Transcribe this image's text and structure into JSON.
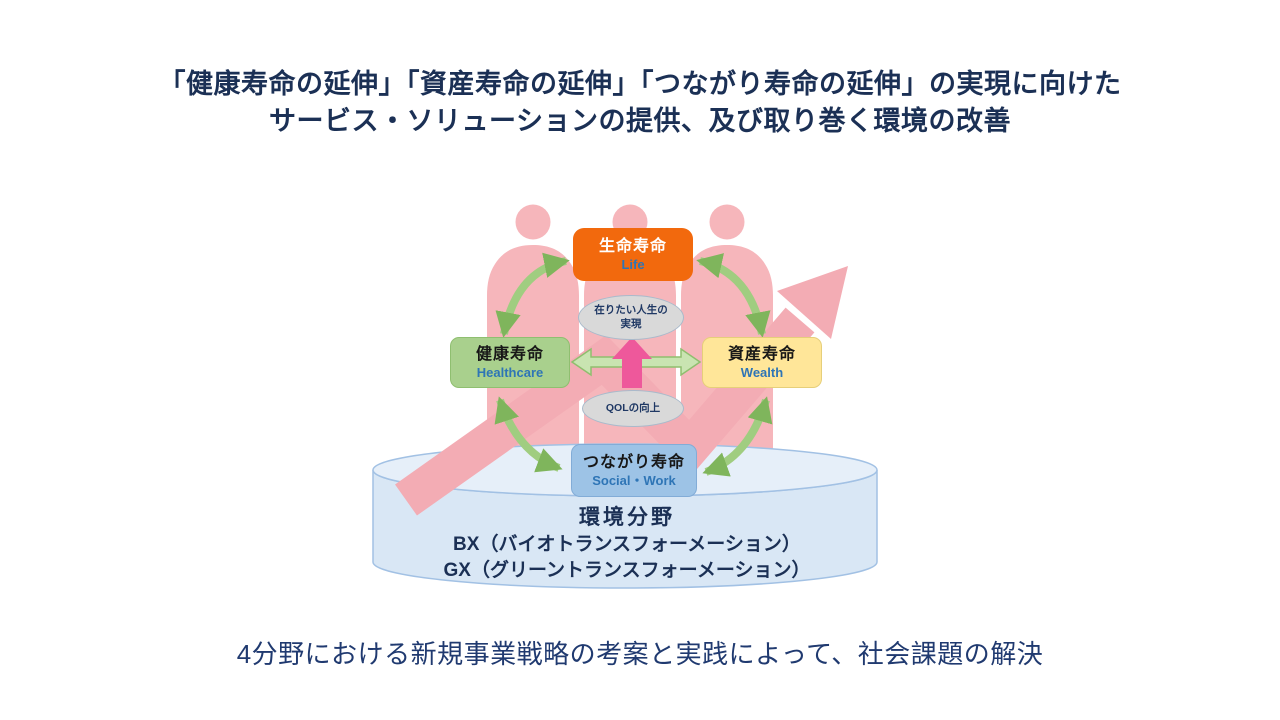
{
  "title": {
    "line1": "「健康寿命の延伸」「資産寿命の延伸」「つながり寿命の延伸」の実現に向けた",
    "line2": "サービス・ソリューションの提供、及び取り巻く環境の改善"
  },
  "nodes": {
    "life": {
      "jp": "生命寿命",
      "en": "Life"
    },
    "healthcare": {
      "jp": "健康寿命",
      "en": "Healthcare"
    },
    "wealth": {
      "jp": "資産寿命",
      "en": "Wealth"
    },
    "social": {
      "jp": "つながり寿命",
      "en": "Social・Work"
    }
  },
  "center": {
    "goal_line1": "在りたい人生の",
    "goal_line2": "実現",
    "qol": "QOLの向上"
  },
  "environment": {
    "heading": "環境分野",
    "bx": "BX（バイオトランスフォーメーション）",
    "gx": "GX（グリーントランスフォーメーション）"
  },
  "footer": "4分野における新規事業戦略の考案と実践によって、社会課題の解決",
  "icons": {
    "person": "person-silhouette-icon",
    "growth": "rising-chart-arrow-icon",
    "cycle": "curved-double-arrow-icon",
    "up": "pink-up-arrow-icon",
    "leftright": "green-double-arrow-icon",
    "environment": "cylinder-shape"
  },
  "colors": {
    "title_navy": "#1b3055",
    "accent_blue": "#2e75b6",
    "life_orange": "#f2690d",
    "health_green": "#a9d08d",
    "wealth_yellow": "#ffe699",
    "social_blue": "#9dc3e6",
    "bubble_gray": "#d9d9d9",
    "people_pink": "#f6b6bb",
    "trend_arrow_pink": "#f3acb4",
    "center_arrow_magenta": "#ee589b",
    "cycle_arrow_green": "#a0cd80",
    "cylinder_blue": "#d9e7f5"
  }
}
